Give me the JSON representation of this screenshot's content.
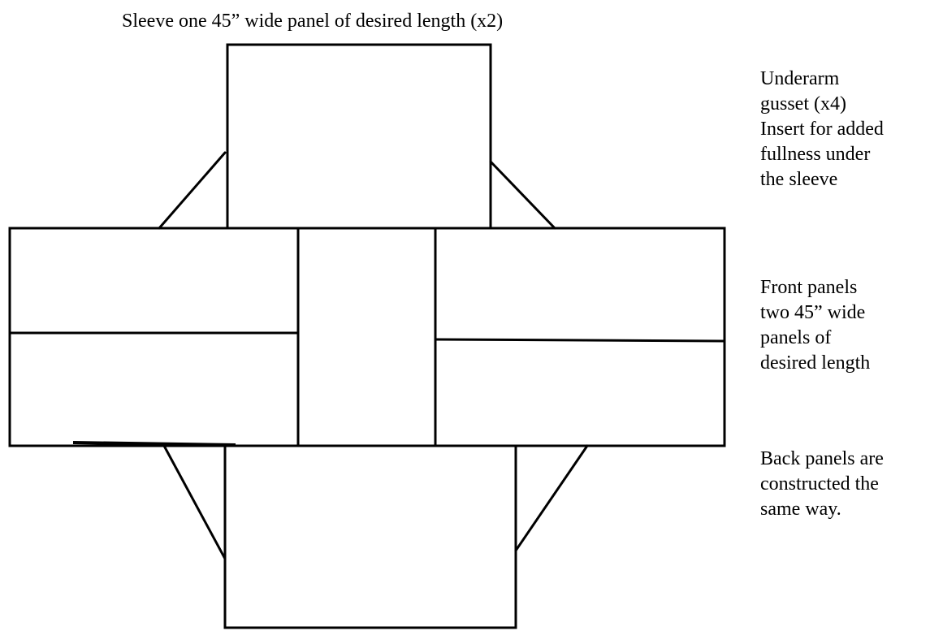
{
  "title": "Sleeve one 45” wide panel of desired length (x2)",
  "gusset_label": {
    "lines": [
      "Underarm",
      "gusset (x4)",
      "Insert for added",
      "fullness under",
      "the sleeve"
    ]
  },
  "front_label": {
    "lines": [
      "Front panels",
      "two 45” wide",
      "panels of",
      "desired length"
    ]
  },
  "back_label": {
    "lines": [
      "Back panels are",
      "constructed the",
      "same way."
    ]
  },
  "colors": {
    "stroke": "#000000",
    "background": "#ffffff"
  }
}
